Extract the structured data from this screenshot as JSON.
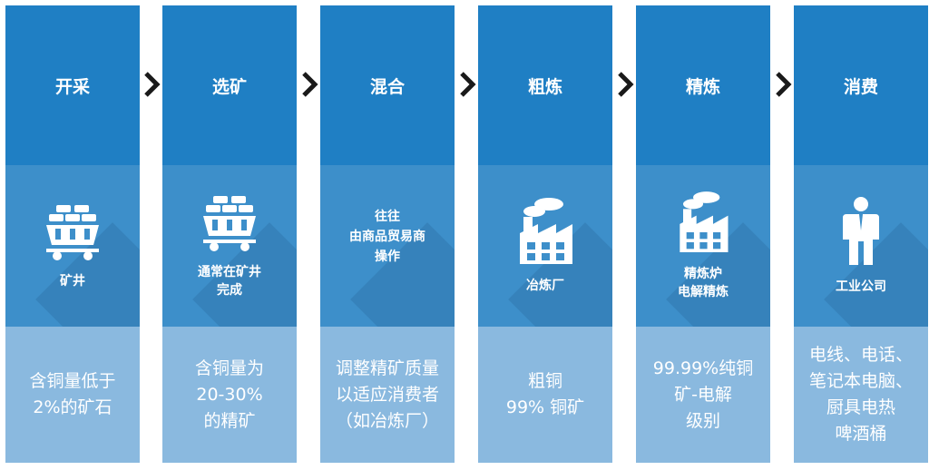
{
  "stages": [
    {
      "title": "开采",
      "icon": "mining-cart-icon",
      "label": "矿井",
      "description": "含铜量低于\n2%的矿石"
    },
    {
      "title": "选矿",
      "icon": "mining-cart-icon",
      "label": "通常在矿井\n完成",
      "description": "含铜量为\n20-30%\n的精矿"
    },
    {
      "title": "混合",
      "icon": "",
      "label": "往往\n由商品贸易商\n操作",
      "description": "调整精矿质量\n以适应消费者\n（如冶炼厂）"
    },
    {
      "title": "粗炼",
      "icon": "factory-icon",
      "label": "冶炼厂",
      "description": "粗铜\n99% 铜矿"
    },
    {
      "title": "精炼",
      "icon": "factory-icon",
      "label": "精炼炉\n电解精炼",
      "description": "99.99%纯铜\n矿-电解\n级别"
    },
    {
      "title": "消费",
      "icon": "person-icon",
      "label": "工业公司",
      "description": "电线、电话、\n笔记本电脑、\n厨具电热\n啤酒桶"
    }
  ],
  "colors": {
    "header": "#1f7fc4",
    "middle": "#3d8fca",
    "bottom": "#8ab9df",
    "arrow": "#1a1a1a"
  }
}
